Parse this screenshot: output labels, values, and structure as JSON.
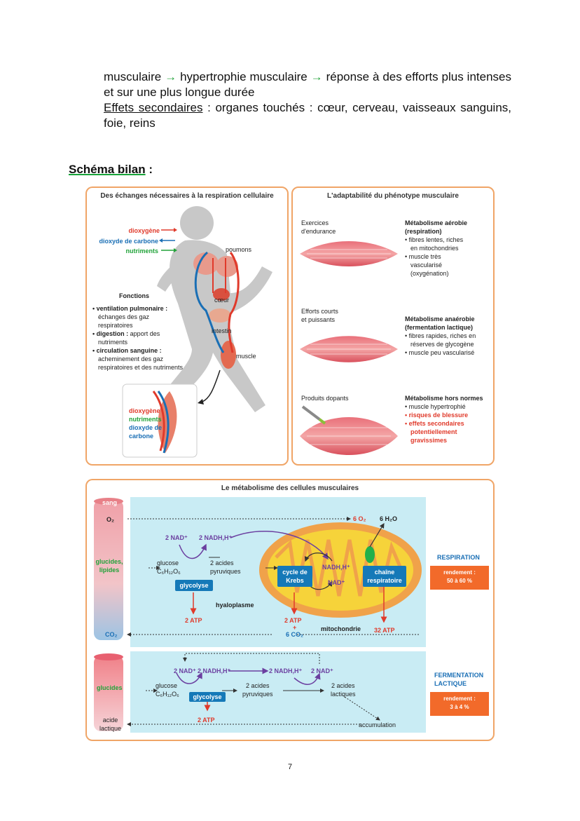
{
  "text": {
    "l1a": "musculaire",
    "l1b": "hypertrophie musculaire",
    "l1c": "réponse à des efforts plus intenses et sur une plus longue durée",
    "arrow": "→",
    "effets_label": "Effets secondaires",
    "effets_rest": " : organes touchés : cœur, cerveau, vaisseaux sanguins, foie, reins",
    "heading": "Schéma bilan",
    "heading_colon": " :",
    "page": "7"
  },
  "respiration": {
    "title": "Des échanges nécessaires à la respiration cellulaire",
    "legend_o2": "dioxygène",
    "legend_co2": "dioxyde de carbone",
    "legend_nut": "nutriments",
    "poumons": "poumons",
    "coeur": "cœur",
    "intestin": "intestin",
    "muscle": "muscle",
    "fonctions": "Fonctions",
    "f1_title": "• ventilation pulmonaire :",
    "f1_text1": "échanges des gaz",
    "f1_text2": "respiratoires",
    "f2_title": "• digestion :",
    "f2_text1": "apport des",
    "f2_text2": "nutriments",
    "f3_title": "• circulation sanguine :",
    "f3_text1": "acheminement des gaz",
    "f3_text2": "respiratoires et des nutriments",
    "inset_o2": "dioxygène",
    "inset_nut": "nutriments",
    "inset_co2a": "dioxyde de",
    "inset_co2b": "carbone"
  },
  "phenotype": {
    "title": "L'adaptabilité du phénotype musculaire",
    "r1_label1": "Exercices",
    "r1_label2": "d'endurance",
    "r1_title1": "Métabolisme aérobie",
    "r1_title2": "(respiration)",
    "r1_b1a": "• fibres lentes, riches",
    "r1_b1b": "en mitochondries",
    "r1_b2a": "• muscle très",
    "r1_b2b": "vascularisé",
    "r1_b2c": "(oxygénation)",
    "r2_label1": "Efforts courts",
    "r2_label2": "et puissants",
    "r2_title1": "Métabolisme anaérobie",
    "r2_title2": "(fermentation lactique)",
    "r2_b1a": "• fibres rapides, riches en",
    "r2_b1b": "réserves de glycogène",
    "r2_b2": "• muscle peu vascularisé",
    "r3_label": "Produits dopants",
    "r3_title": "Métabolisme hors normes",
    "r3_b1": "• muscle hypertrophié",
    "r3_b2": "• risques de blessure",
    "r3_b3a": "• effets secondaires",
    "r3_b3b": "potentiellement",
    "r3_b3c": "gravissimes"
  },
  "metabolism": {
    "title": "Le métabolisme des cellules musculaires",
    "sang": "sang",
    "o2": "O₂",
    "glucides_lipides1": "glucides,",
    "glucides_lipides2": "lipides",
    "co2": "CO₂",
    "nad": "2 NAD⁺",
    "nadh": "2 NADH,H⁺",
    "glucose": "glucose",
    "glucose_formula": "C₆H₁₂O₆",
    "acides_pyr1": "2 acides",
    "acides_pyr2": "pyruviques",
    "glycolyse": "glycolyse",
    "hyaloplasme": "hyaloplasme",
    "atp2": "2 ATP",
    "krebs1": "cycle de",
    "krebs2": "Krebs",
    "nadh_m": "NADH,H⁺",
    "nad_m": "NAD⁺",
    "chaine1": "chaîne",
    "chaine2": "respiratoire",
    "six_o2": "6 O₂",
    "six_h2o": "6 H₂O",
    "atp2_m": "2 ATP",
    "plus": "+",
    "six_co2": "6 CO₂",
    "mitochondrie": "mitochondrie",
    "atp32": "32 ATP",
    "respiration": "RESPIRATION",
    "rend1_label": "rendement :",
    "rend1_value": "50 à 60 %",
    "glucides": "glucides",
    "acide1": "acide",
    "acide2": "lactique",
    "f_nad": "2 NAD⁺",
    "f_nadh": "2 NADH,H⁺",
    "f_nadh2": "2 NADH,H⁺",
    "f_nad2": "2 NAD⁺",
    "f_glucose": "glucose",
    "f_formula": "C₆H₁₂O₆",
    "f_glycolyse": "glycolyse",
    "f_atp": "2 ATP",
    "f_acides1": "2 acides",
    "f_acides2": "pyruviques",
    "f_lact1": "2 acides",
    "f_lact2": "lactiques",
    "accumulation": "accumulation",
    "fermentation1": "FERMENTATION",
    "fermentation2": "LACTIQUE",
    "rend2_label": "rendement :",
    "rend2_value": "3 à 4 %"
  },
  "colors": {
    "orange_border": "#f0a567",
    "red": "#e03a2b",
    "blue": "#1a6fb5",
    "green": "#22a33a",
    "panel": "#c9ecf4"
  }
}
